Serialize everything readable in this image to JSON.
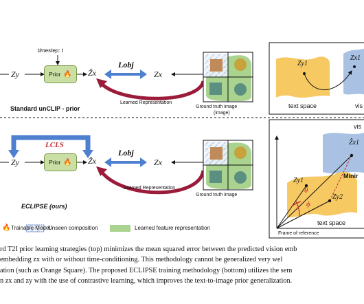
{
  "figure": {
    "top": {
      "timestep_label": "timestep: t",
      "zy": "Zy",
      "prior_label": "Prior",
      "zx_hat": "Ẑx",
      "loss": "Lobj",
      "zx": "Zx",
      "learned_rep": "Learned Representation",
      "gt_image_line1": "Ground truth image",
      "gt_image_line2": "(image)",
      "title": "Standard unCLIP - prior",
      "text_space": "text space",
      "vis_cut": "vis",
      "zy1": "Zy1",
      "zx1": "Zx1"
    },
    "bottom": {
      "loss_cls": "LCLS",
      "zy": "Zy",
      "prior_label": "Prior",
      "zx_hat": "Ẑx",
      "loss": "Lobj",
      "zx": "Zx",
      "learned_rep": "Learned Representation",
      "gt_image": "Ground truth image",
      "title": "ECLIPSE (ours)",
      "vis_cut": "vis",
      "zx1_hat": "Ẑx1",
      "zy1": "Zy1",
      "zy2": "Zy2",
      "theta": "θ",
      "phi": "ϕ",
      "mini_cut": "Minir",
      "text_space": "text space",
      "frame_ref": "Frame of reference"
    },
    "legend": {
      "trainable": "Trainable Model",
      "unseen": "Unseen composition",
      "learned_feature": "Learned feature representation"
    }
  },
  "caption_lines": [
    "rd T2I prior learning strategies (top) minimizes the mean squared error between the predicted vision emb",
    "embedding zx with or without time-conditioning.  This methodology cannot be generalized very wel",
    "ation (such as Orange Square).  The proposed ECLIPSE training methodology (bottom) utilizes the sem",
    "n zx and zy with the use of contrastive learning, which improves the text-to-image prior generalization."
  ],
  "colors": {
    "prior_green": "#c9dfa4",
    "arrow_blue": "#4f7fcf",
    "arrow_maroon": "#9b1b3a",
    "loss_red": "#c0282d",
    "text_space_yellow": "#f6c963",
    "vision_space_blue": "#a9c1e3"
  }
}
